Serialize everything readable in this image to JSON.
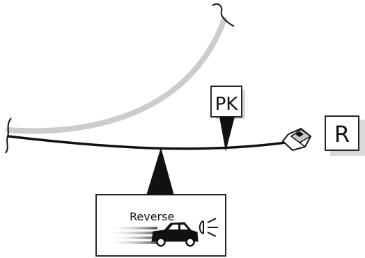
{
  "labels": {
    "pk_label": "PK",
    "r_label": "R",
    "reverse_label": "Reverse"
  },
  "icons": {
    "connector": "connector-plug-icon",
    "car": "car-icon",
    "light": "headlight-beam-icon"
  },
  "colors": {
    "wire": "#111111",
    "gray_wire": "#cccccc",
    "callout_shadow": "#d9d9d9"
  }
}
